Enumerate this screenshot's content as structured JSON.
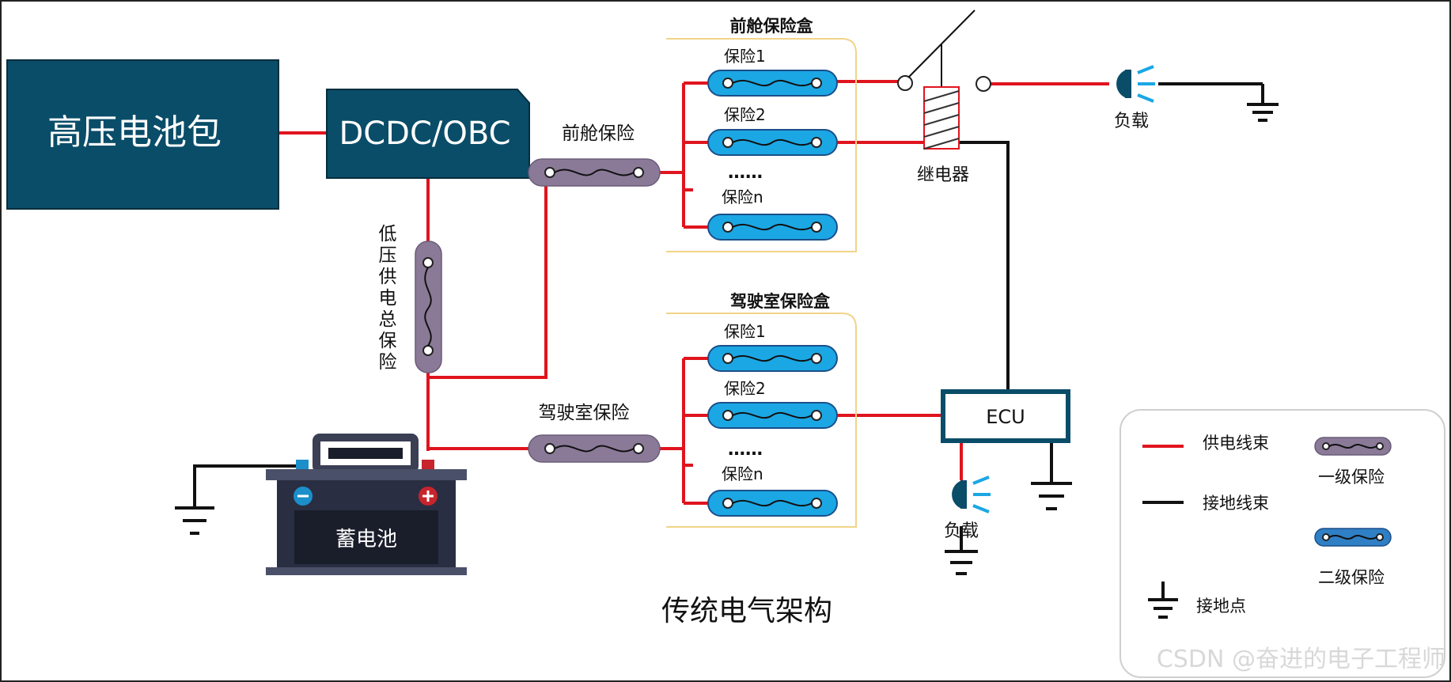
{
  "hv_battery": {
    "label": "高压电池包",
    "color": "#0a4d68"
  },
  "dcdc": {
    "label": "DCDC/OBC",
    "color": "#0a4d68"
  },
  "lv_main_fuse": {
    "label_chars": [
      "低",
      "压",
      "供",
      "电",
      "总",
      "保",
      "险"
    ]
  },
  "front_fuse": {
    "label": "前舱保险"
  },
  "cab_fuse": {
    "label": "驾驶室保险"
  },
  "front_box": {
    "title": "前舱保险盒",
    "fuses": [
      "保险1",
      "保险2",
      "保险n"
    ],
    "ellipsis": "……"
  },
  "cab_box": {
    "title": "驾驶室保险盒",
    "fuses": [
      "保险1",
      "保险2",
      "保险n"
    ],
    "ellipsis": "……"
  },
  "relay": {
    "label": "继电器"
  },
  "load_top": {
    "label": "负载"
  },
  "load_bottom": {
    "label": "负载"
  },
  "ecu": {
    "label": "ECU"
  },
  "battery": {
    "label": "蓄电池"
  },
  "caption": "传统电气架构",
  "legend": {
    "power_harness": "供电线束",
    "ground_harness": "接地线束",
    "ground_point": "接地点",
    "level1_fuse": "一级保险",
    "level2_fuse": "二级保险"
  },
  "watermark": "CSDN @奋进的电子工程师",
  "colors": {
    "power_wire": "#e0141e",
    "ground_wire": "#111111",
    "level1_fuse": "#8a7a98",
    "level2_fuse": "#1ba7e4",
    "box_dark": "#0a4d68",
    "fuse_box_border": "#f0d48a"
  }
}
